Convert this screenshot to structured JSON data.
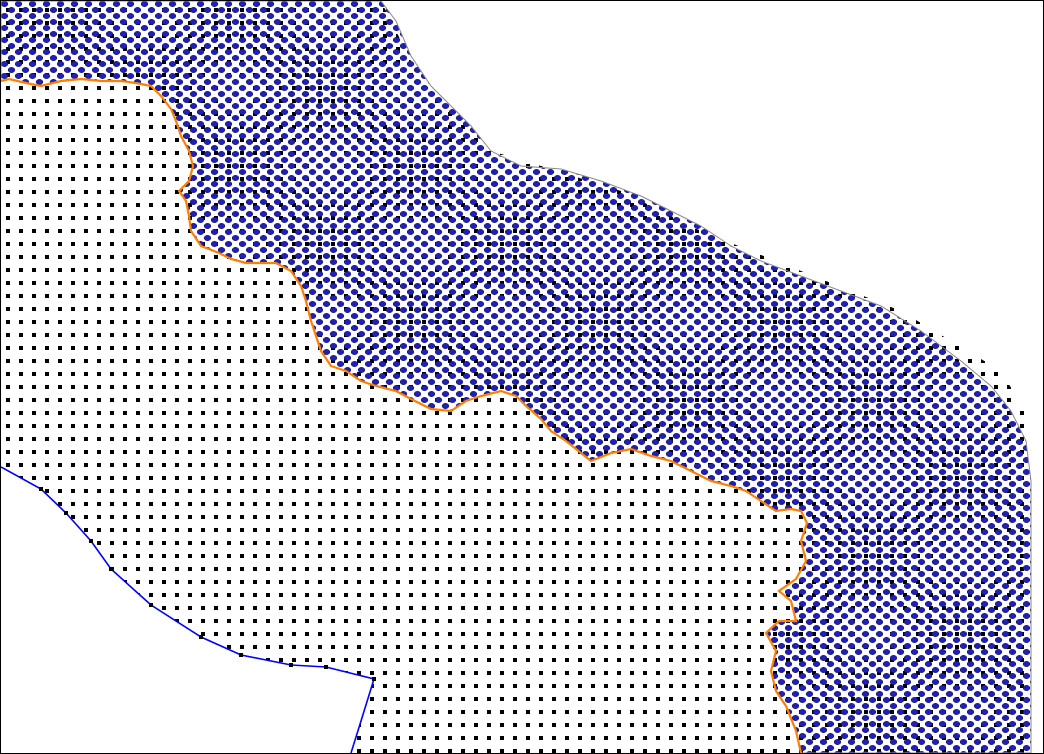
{
  "map": {
    "background_color": "#ffffff",
    "frame_color": "#000000",
    "layers": [
      {
        "id": "ocean-mesh",
        "color": "#2020b8",
        "node_outline": "#000000"
      },
      {
        "id": "land-grid",
        "color": "#000000"
      },
      {
        "id": "coastline",
        "color": "#ff8000"
      },
      {
        "id": "boundary",
        "color": "#0000ff"
      }
    ]
  }
}
